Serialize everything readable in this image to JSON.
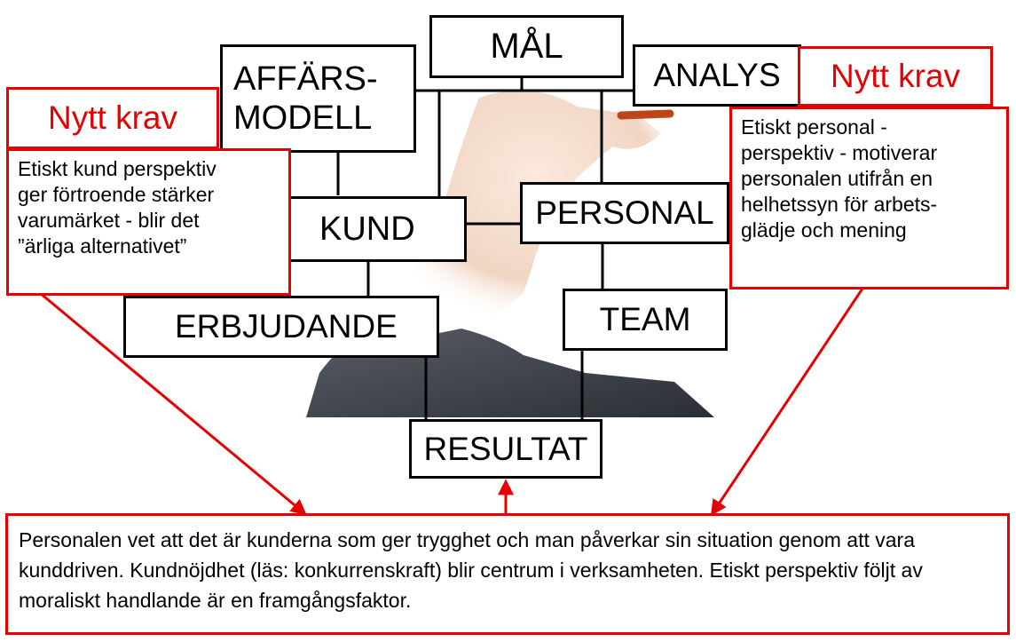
{
  "boxes": {
    "mal": "MÅL",
    "affars": "AFFÄRS-",
    "modell": "MODELL",
    "analys": "ANALYS",
    "kund": "KUND",
    "personal": "PERSONAL",
    "erbjudande": "ERBJUDANDE",
    "team": "TEAM",
    "resultat": "RESULTAT"
  },
  "left_note": {
    "title": "Nytt krav",
    "text": "Etiskt kund perspektiv\nger förtroende stärker\nvarumärket - blir det\n”ärliga alternativet”"
  },
  "right_note": {
    "title": "Nytt krav",
    "text": "Etiskt personal -\nperspektiv - motiverar\npersonalen utifrån en\nhelhetssyn för arbets-\nglädje och mening"
  },
  "bottom_note": {
    "text": "Personalen vet att det är kunderna som ger trygghet och man påverkar sin situation genom att vara kunddriven. Kundnöjdhet (läs: konkurrenskraft) blir centrum i verksamheten. Etiskt perspektiv följt av moraliskt handlande är en  framgångsfaktor."
  },
  "colors": {
    "accent_red": "#e60000",
    "line": "#000000"
  }
}
